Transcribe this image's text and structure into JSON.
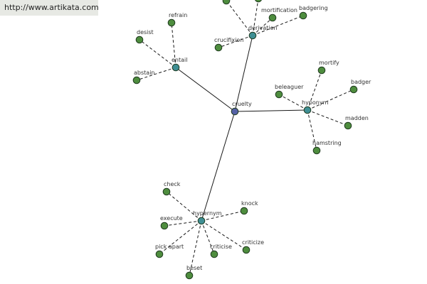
{
  "header": {
    "source_url": "http://www.artikata.com"
  },
  "colors": {
    "center_node": "#5561a6",
    "relation_node": "#3f8f94",
    "leaf_node": "#4e8d3e",
    "node_stroke": "#1f3a1f",
    "edge": "#1a1a1a"
  },
  "graph": {
    "center": {
      "id": "cruelty",
      "label": "cruelty"
    },
    "relations": [
      {
        "id": "entail",
        "label": "entail"
      },
      {
        "id": "derivation",
        "label": "derivation"
      },
      {
        "id": "hyponym",
        "label": "hyponym"
      },
      {
        "id": "hypernym",
        "label": "hypernym"
      }
    ],
    "leaves": [
      {
        "id": "refrain",
        "label": "refrain",
        "parent": "entail"
      },
      {
        "id": "desist",
        "label": "desist",
        "parent": "entail"
      },
      {
        "id": "abstain",
        "label": "abstain",
        "parent": "entail"
      },
      {
        "id": "mortification",
        "label": "mortification",
        "parent": "derivation"
      },
      {
        "id": "badgering",
        "label": "badgering",
        "parent": "derivation"
      },
      {
        "id": "crucifixion",
        "label": "crucifixion",
        "parent": "derivation"
      },
      {
        "id": "deriv-offscreen-1",
        "label": "",
        "parent": "derivation"
      },
      {
        "id": "deriv-offscreen-2",
        "label": "",
        "parent": "derivation"
      },
      {
        "id": "mortify",
        "label": "mortify",
        "parent": "hyponym"
      },
      {
        "id": "beleaguer",
        "label": "beleaguer",
        "parent": "hyponym"
      },
      {
        "id": "badger",
        "label": "badger",
        "parent": "hyponym"
      },
      {
        "id": "madden",
        "label": "madden",
        "parent": "hyponym"
      },
      {
        "id": "hamstring",
        "label": "hamstring",
        "parent": "hyponym"
      },
      {
        "id": "check",
        "label": "check",
        "parent": "hypernym"
      },
      {
        "id": "knock",
        "label": "knock",
        "parent": "hypernym"
      },
      {
        "id": "execute",
        "label": "execute",
        "parent": "hypernym"
      },
      {
        "id": "pick-apart",
        "label": "pick apart",
        "parent": "hypernym"
      },
      {
        "id": "criticise",
        "label": "criticise",
        "parent": "hypernym"
      },
      {
        "id": "criticize",
        "label": "criticize",
        "parent": "hypernym"
      },
      {
        "id": "beset",
        "label": "beset",
        "parent": "hypernym"
      }
    ]
  }
}
